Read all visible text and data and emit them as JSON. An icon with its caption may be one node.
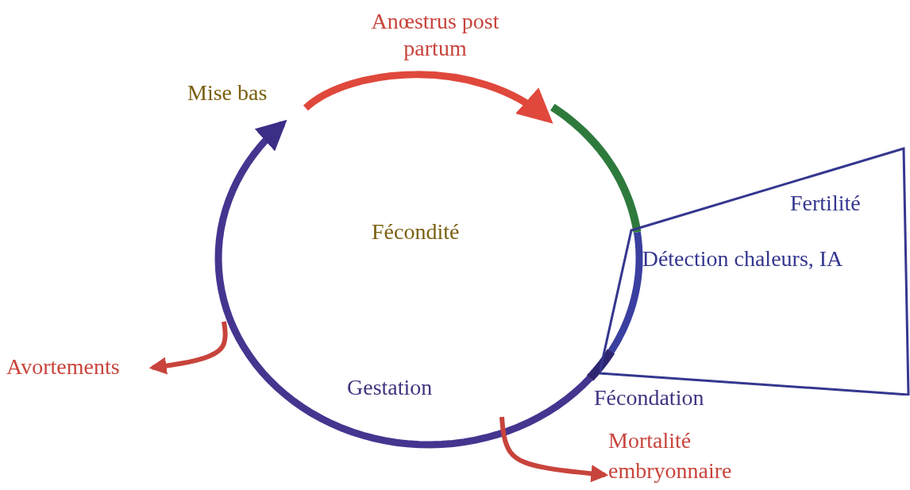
{
  "diagram": {
    "nodes": [
      {
        "text": [
          "Fertilité",
          "Détection chaleurs, IA"
        ]
      },
      {
        "text": [
          "Avortements"
        ]
      },
      {
        "text": [
          "Mortalité embryonnaire"
        ]
      }
    ],
    "edges": [
      {
        "from": null,
        "to": 1,
        "arrow": "to"
      },
      {
        "from": null,
        "to": 2,
        "arrow": "to"
      }
    ],
    "labels": [
      "Anœstrus post partum",
      "Mise bas",
      "Fécondité",
      "Fécondation",
      "Gestation"
    ]
  }
}
